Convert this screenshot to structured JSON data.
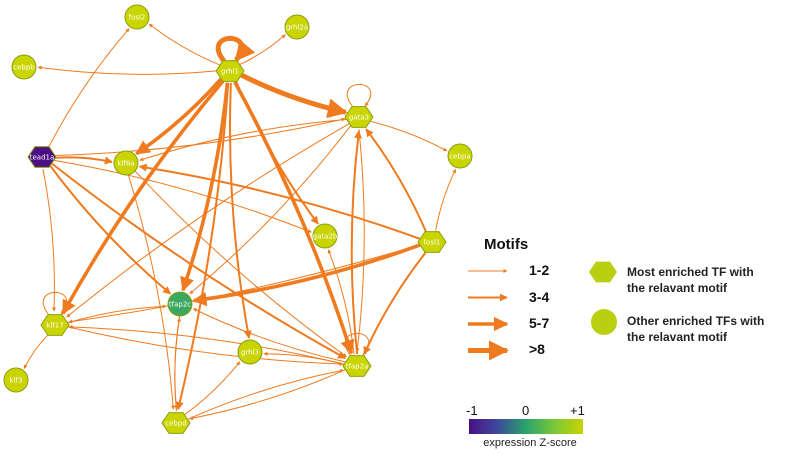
{
  "nodes": [
    {
      "id": "fosl2",
      "label": "fosl2",
      "shape": "circle",
      "z": 1
    },
    {
      "id": "grhl2a",
      "label": "grhl2a",
      "shape": "circle",
      "z": 1
    },
    {
      "id": "cebpb",
      "label": "cebpb",
      "shape": "circle",
      "z": 1
    },
    {
      "id": "grhl1",
      "label": "grhl1",
      "shape": "hexagon",
      "z": 1
    },
    {
      "id": "gata3",
      "label": "gata3",
      "shape": "hexagon",
      "z": 1
    },
    {
      "id": "cebpa",
      "label": "cebpa",
      "shape": "circle",
      "z": 1
    },
    {
      "id": "tead1a",
      "label": "tead1a",
      "shape": "hexagon",
      "z": -1
    },
    {
      "id": "klf6a",
      "label": "klf6a",
      "shape": "circle",
      "z": 1
    },
    {
      "id": "gata2b",
      "label": "gata2b",
      "shape": "circle",
      "z": 1
    },
    {
      "id": "fosl1",
      "label": "fosl1",
      "shape": "hexagon",
      "z": 1
    },
    {
      "id": "tfap2c",
      "label": "tfap2c",
      "shape": "circle",
      "z": 0.1
    },
    {
      "id": "klf17",
      "label": "klf17",
      "shape": "hexagon",
      "z": 1
    },
    {
      "id": "grhl3",
      "label": "grhl3",
      "shape": "circle",
      "z": 1
    },
    {
      "id": "tfap2a",
      "label": "tfap2a",
      "shape": "hexagon",
      "z": 1
    },
    {
      "id": "klf3",
      "label": "klf3",
      "shape": "circle",
      "z": 1
    },
    {
      "id": "cebpd",
      "label": "cebpd",
      "shape": "hexagon",
      "z": 1
    }
  ],
  "edges": [
    {
      "from": "grhl1",
      "to": "grhl1",
      "weight": 4
    },
    {
      "from": "grhl1",
      "to": "fosl2",
      "weight": 1
    },
    {
      "from": "grhl1",
      "to": "grhl2a",
      "weight": 1
    },
    {
      "from": "grhl1",
      "to": "cebpb",
      "weight": 1
    },
    {
      "from": "grhl1",
      "to": "gata3",
      "weight": 4
    },
    {
      "from": "grhl1",
      "to": "klf6a",
      "weight": 3
    },
    {
      "from": "grhl1",
      "to": "klf17",
      "weight": 3
    },
    {
      "from": "grhl1",
      "to": "tfap2c",
      "weight": 3
    },
    {
      "from": "grhl1",
      "to": "grhl3",
      "weight": 2
    },
    {
      "from": "grhl1",
      "to": "tfap2a",
      "weight": 3
    },
    {
      "from": "grhl1",
      "to": "gata2b",
      "weight": 2
    },
    {
      "from": "grhl1",
      "to": "cebpd",
      "weight": 2
    },
    {
      "from": "gata3",
      "to": "gata3",
      "weight": 1
    },
    {
      "from": "gata3",
      "to": "cebpa",
      "weight": 1
    },
    {
      "from": "gata3",
      "to": "klf6a",
      "weight": 1
    },
    {
      "from": "gata3",
      "to": "tfap2a",
      "weight": 1
    },
    {
      "from": "gata3",
      "to": "klf17",
      "weight": 1
    },
    {
      "from": "tead1a",
      "to": "fosl2",
      "weight": 1
    },
    {
      "from": "tead1a",
      "to": "gata3",
      "weight": 1
    },
    {
      "from": "tead1a",
      "to": "klf6a",
      "weight": 2
    },
    {
      "from": "tead1a",
      "to": "tfap2c",
      "weight": 2
    },
    {
      "from": "tead1a",
      "to": "klf17",
      "weight": 1
    },
    {
      "from": "tead1a",
      "to": "tfap2a",
      "weight": 2
    },
    {
      "from": "tead1a",
      "to": "gata2b",
      "weight": 1
    },
    {
      "from": "fosl1",
      "to": "gata3",
      "weight": 2
    },
    {
      "from": "fosl1",
      "to": "cebpa",
      "weight": 1
    },
    {
      "from": "fosl1",
      "to": "klf6a",
      "weight": 2
    },
    {
      "from": "fosl1",
      "to": "tfap2c",
      "weight": 3
    },
    {
      "from": "fosl1",
      "to": "tfap2a",
      "weight": 2
    },
    {
      "from": "fosl1",
      "to": "klf17",
      "weight": 1
    },
    {
      "from": "tfap2a",
      "to": "tfap2a",
      "weight": 1
    },
    {
      "from": "tfap2a",
      "to": "gata3",
      "weight": 2
    },
    {
      "from": "tfap2a",
      "to": "klf17",
      "weight": 1
    },
    {
      "from": "tfap2a",
      "to": "tfap2c",
      "weight": 1
    },
    {
      "from": "tfap2a",
      "to": "grhl3",
      "weight": 1
    },
    {
      "from": "tfap2a",
      "to": "cebpd",
      "weight": 1
    },
    {
      "from": "tfap2a",
      "to": "gata2b",
      "weight": 1
    },
    {
      "from": "klf17",
      "to": "klf17",
      "weight": 1
    },
    {
      "from": "klf17",
      "to": "klf3",
      "weight": 1
    },
    {
      "from": "klf17",
      "to": "tfap2c",
      "weight": 1
    },
    {
      "from": "klf17",
      "to": "tfap2a",
      "weight": 1
    },
    {
      "from": "cebpd",
      "to": "tfap2c",
      "weight": 1
    },
    {
      "from": "cebpd",
      "to": "grhl3",
      "weight": 1
    },
    {
      "from": "cebpd",
      "to": "tfap2a",
      "weight": 1
    },
    {
      "from": "tfap2c",
      "to": "cebpd",
      "weight": 1
    },
    {
      "from": "klf6a",
      "to": "cebpd",
      "weight": 1
    },
    {
      "from": "klf6a",
      "to": "tfap2a",
      "weight": 1
    },
    {
      "from": "gata3",
      "to": "tfap2c",
      "weight": 1
    }
  ],
  "legend": {
    "title": "Motifs",
    "items": [
      {
        "label": "1-2",
        "weight": 1
      },
      {
        "label": "3-4",
        "weight": 2
      },
      {
        "label": "5-7",
        "weight": 3
      },
      {
        "label": ">8",
        "weight": 4
      }
    ],
    "hex_desc_line1": "Most enriched TF with",
    "hex_desc_line2": "the relavant motif",
    "circle_desc_line1": "Other enriched TFs with",
    "circle_desc_line2": "the relavant motif"
  },
  "colorbar": {
    "min_label": "-1",
    "mid_label": "0",
    "max_label": "+1",
    "label": "expression Z-score",
    "colors": [
      "#4b0f86",
      "#2aa36b",
      "#c9d400"
    ]
  },
  "colors": {
    "edge": "#f07a1e",
    "node_fill": "#b8cf12",
    "node_stroke": "#8aa010"
  }
}
